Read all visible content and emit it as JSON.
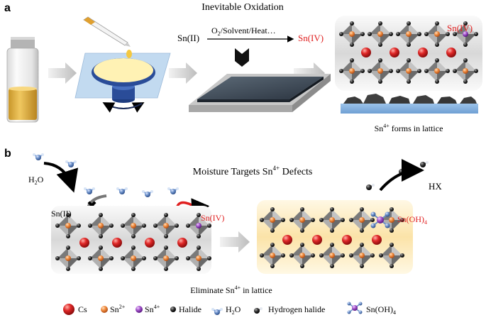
{
  "panel_a": {
    "label": "a",
    "title": "Inevitable Oxidation",
    "reaction": {
      "reactant": "Sn(II)",
      "conditions_o": "O",
      "conditions_sub": "2",
      "conditions_rest": "/Solvent/Heat…",
      "product": "Sn(IV)"
    },
    "lattice_tag": "Sn(IV)",
    "caption_pre": "Sn",
    "caption_sup": "4+",
    "caption_post": " forms in lattice"
  },
  "panel_b": {
    "label": "b",
    "title_pre": "Moisture Targets Sn",
    "title_sup": "4+",
    "title_post": " Defects",
    "water_label_pre": "H",
    "water_label_sub": "2",
    "water_label_post": "O",
    "hx_label": "HX",
    "sn2_tag": "Sn(II)",
    "sn4_tag": "Sn(IV)",
    "hydroxide_pre": "Sn(OH)",
    "hydroxide_sub": "4",
    "caption_pre": "Eliminate Sn",
    "caption_sup": "4+",
    "caption_post": " in lattice"
  },
  "legend": {
    "cs": "Cs",
    "sn2_pre": "Sn",
    "sn2_sup": "2+",
    "sn4_pre": "Sn",
    "sn4_sup": "4+",
    "halide": "Halide",
    "water_pre": "H",
    "water_sub": "2",
    "water_post": "O",
    "hydrogen_halide": "Hydrogen halide",
    "hydroxide_pre": "Sn(OH)",
    "hydroxide_sub": "4"
  },
  "colors": {
    "cs": "#e02828",
    "sn2": "#f08a3c",
    "sn4": "#a050c8",
    "halide": "#222222",
    "water_o": "#6a8fc8",
    "red_text": "#e02020",
    "octahedron": "#8a8a8a"
  }
}
